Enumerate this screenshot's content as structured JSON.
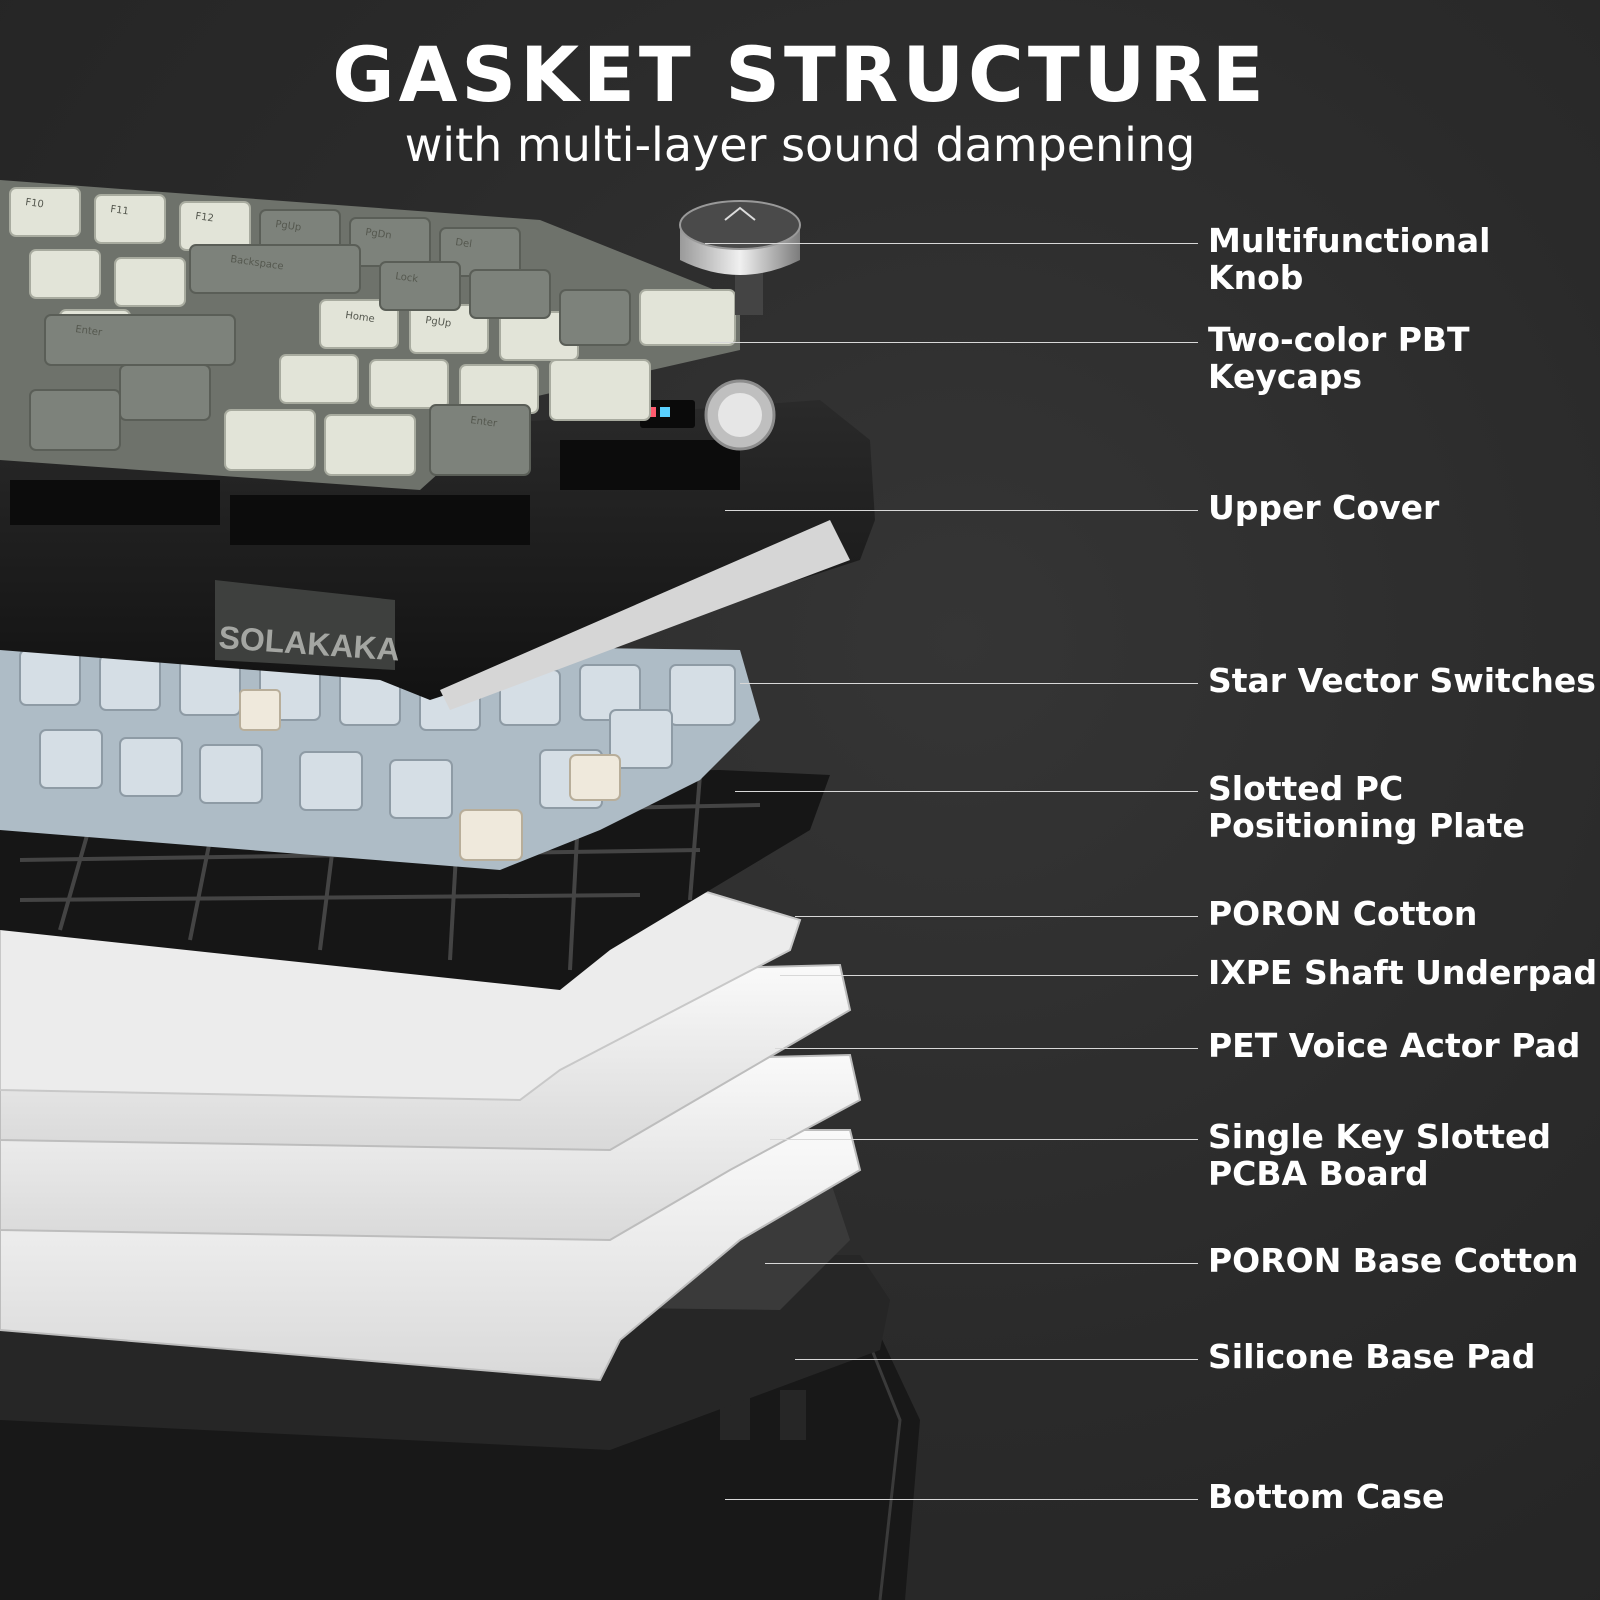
{
  "header": {
    "title": "GASKET STRUCTURE",
    "subtitle": "with multi-layer sound dampening"
  },
  "brand": {
    "logo_text": "SOLAKAKA"
  },
  "keycap_legends": [
    "F10",
    "F11",
    "F12",
    "PgUp",
    "PgDn",
    "Del",
    "Backspace",
    "Lock",
    "Enter",
    "Home",
    "PgUp",
    "Enter"
  ],
  "labels": [
    {
      "line1": "Multifunctional",
      "line2": "Knob"
    },
    {
      "line1": "Two-color PBT",
      "line2": "Keycaps"
    },
    {
      "line1": "Upper Cover",
      "line2": ""
    },
    {
      "line1": "Star Vector Switches",
      "line2": ""
    },
    {
      "line1": "Slotted PC",
      "line2": "Positioning Plate"
    },
    {
      "line1": "PORON Cotton",
      "line2": ""
    },
    {
      "line1": "IXPE Shaft Underpad",
      "line2": ""
    },
    {
      "line1": "PET Voice Actor Pad",
      "line2": ""
    },
    {
      "line1": "Single Key Slotted",
      "line2": "PCBA Board"
    },
    {
      "line1": "PORON Base Cotton",
      "line2": ""
    },
    {
      "line1": "Silicone Base Pad",
      "line2": ""
    },
    {
      "line1": "Bottom Case",
      "line2": ""
    }
  ],
  "colors": {
    "background": "#2c2c2c",
    "text": "#ffffff",
    "keycap_light": "#e4e6da",
    "keycap_dark": "#7b7f78",
    "case_black": "#1c1c1c",
    "plate_white": "#f2f2f2",
    "switch_blue": "#cfd9e0"
  }
}
